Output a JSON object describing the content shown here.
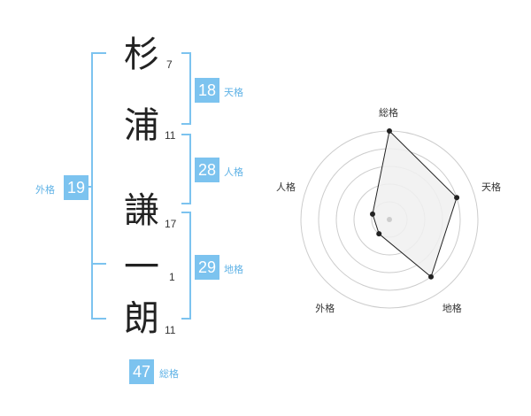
{
  "name": {
    "chars": [
      {
        "char": "杉",
        "strokes": "7"
      },
      {
        "char": "浦",
        "strokes": "11"
      },
      {
        "char": "謙",
        "strokes": "17"
      },
      {
        "char": "一",
        "strokes": "1"
      },
      {
        "char": "朗",
        "strokes": "11"
      }
    ]
  },
  "kakusu": {
    "tenkaku": {
      "value": "18",
      "label": "天格"
    },
    "jinkaku": {
      "value": "28",
      "label": "人格"
    },
    "chikaku": {
      "value": "29",
      "label": "地格"
    },
    "gaikaku": {
      "value": "19",
      "label": "外格"
    },
    "soukaku": {
      "value": "47",
      "label": "総格"
    }
  },
  "chart_data": {
    "type": "radar",
    "axes": [
      "総格",
      "天格",
      "地格",
      "外格",
      "人格"
    ],
    "values": [
      5,
      4,
      4,
      1,
      1
    ],
    "max": 5,
    "colors": {
      "fill": "#f0f0f0",
      "line": "#222222",
      "grid": "#cccccc",
      "bracket": "#7cc3ef"
    }
  }
}
